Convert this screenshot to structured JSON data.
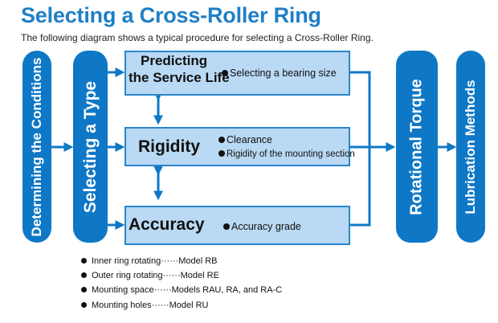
{
  "title": "Selecting a Cross-Roller Ring",
  "subtitle": "The following diagram shows a typical procedure for selecting a Cross-Roller Ring.",
  "steps": {
    "conditions": "Determining the Conditions",
    "type": "Selecting a Type",
    "torque": "Rotational Torque",
    "lubrication": "Lubrication Methods"
  },
  "boxes": {
    "service_life": {
      "title_line1": "Predicting",
      "title_line2": "the Service Life",
      "note": "Selecting a bearing size"
    },
    "rigidity": {
      "title": "Rigidity",
      "note1": "Clearance",
      "note2": "Rigidity of the mounting section"
    },
    "accuracy": {
      "title": "Accuracy",
      "note": "Accuracy grade"
    }
  },
  "types": [
    "Inner ring rotating······Model RB",
    "Outer ring rotating······Model RE",
    "Mounting space······Models RAU, RA, and RA-C",
    "Mounting holes······Model RU"
  ],
  "colors": {
    "accent": "#0e78c6",
    "box_fill": "#b9d9f4",
    "title": "#1f7fc6"
  }
}
